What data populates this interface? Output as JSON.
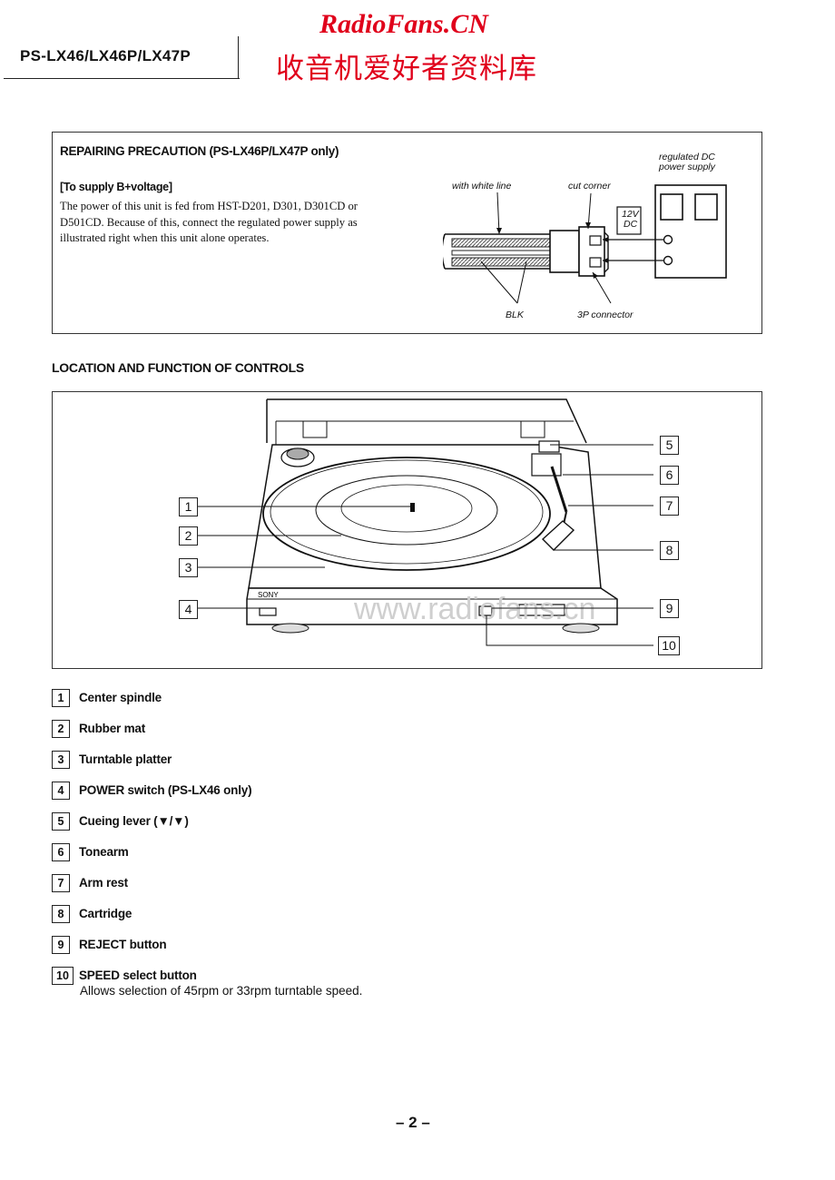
{
  "header": {
    "model": "PS-LX46/LX46P/LX47P",
    "site_name": "RadioFans.CN",
    "site_cn": "收音机爱好者资料库"
  },
  "repair": {
    "title": "REPAIRING PRECAUTION (PS-LX46P/LX47P only)",
    "subtitle": "[To supply B+voltage]",
    "body": "The power of this unit is fed from HST-D201, D301, D301CD or D501CD. Because of this, connect the regulated power supply as illustrated right when this unit alone operates.",
    "labels": {
      "with_white_line": "with white line",
      "cut_corner": "cut corner",
      "regulated_dc_1": "regulated DC",
      "regulated_dc_2": "power supply",
      "v12": "12V",
      "dc": "DC",
      "blk": "BLK",
      "connector": "3P connector"
    }
  },
  "controls": {
    "title": "LOCATION AND FUNCTION OF CONTROLS",
    "brand": "SONY",
    "watermark": "www.radiofans.cn",
    "items": [
      {
        "num": "1",
        "label": "Center spindle"
      },
      {
        "num": "2",
        "label": "Rubber mat"
      },
      {
        "num": "3",
        "label": "Turntable platter"
      },
      {
        "num": "4",
        "label": "POWER switch (PS-LX46 only)"
      },
      {
        "num": "5",
        "label": "Cueing lever (▼/▼)"
      },
      {
        "num": "6",
        "label": "Tonearm"
      },
      {
        "num": "7",
        "label": "Arm rest"
      },
      {
        "num": "8",
        "label": "Cartridge"
      },
      {
        "num": "9",
        "label": "REJECT button"
      },
      {
        "num": "10",
        "label": "SPEED select button"
      }
    ],
    "speed_desc": "Allows selection of 45rpm or 33rpm turntable speed."
  },
  "page": {
    "number": "– 2 –"
  }
}
